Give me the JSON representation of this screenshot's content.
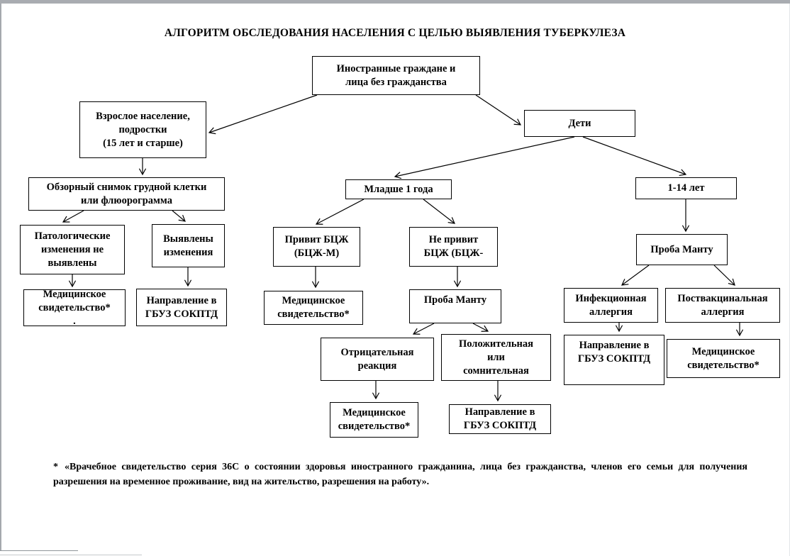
{
  "page": {
    "title": "АЛГОРИТМ ОБСЛЕДОВАНИЯ НАСЕЛЕНИЯ С ЦЕЛЬЮ ВЫЯВЛЕНИЯ ТУБЕРКУЛЕЗА"
  },
  "nodes": {
    "foreign": "Иностранные граждане и\nлица без гражданства",
    "adults": "Взрослое население,\nподростки\n(15 лет и старше)",
    "children": "Дети",
    "xray": "Обзорный снимок грудной клетки\nили флюорограмма",
    "under1": "Младше 1 года",
    "age1to14": "1-14 лет",
    "no_pathology": "Патологические\nизменения не\nвыявлены",
    "changes_found": "Выявлены\nизменения",
    "bcg_vaccinated": "Привит БЦЖ\n(БЦЖ-М)",
    "bcg_not_vaccinated": "Не привит\nБЦЖ (БЦЖ-",
    "mantoux_right": "Проба Манту",
    "med_cert_left": "Медицинское\nсвидетельство*\n.",
    "referral_left": "Направление в\nГБУЗ СОКПТД",
    "med_cert_mid": "Медицинское\nсвидетельство*",
    "mantoux_mid": "Проба Манту",
    "infectious_allergy": "Инфекционная\nаллергия",
    "postvaccinal_allergy": "Поствакцинальная\nаллергия",
    "negative_reaction": "Отрицательная\nреакция",
    "positive_doubtful": "Положительная\nили\nсомнительная",
    "referral_right": "Направление в\nГБУЗ СОКПТД",
    "med_cert_right": "Медицинское\nсвидетельство*",
    "med_cert_bottom": "Медицинское\nсвидетельство*",
    "referral_bottom": "Направление в\nГБУЗ СОКПТД"
  },
  "edges": [
    {
      "from": "foreign",
      "to": "adults"
    },
    {
      "from": "foreign",
      "to": "children"
    },
    {
      "from": "adults",
      "to": "xray"
    },
    {
      "from": "xray",
      "to": "no_pathology"
    },
    {
      "from": "xray",
      "to": "changes_found"
    },
    {
      "from": "no_pathology",
      "to": "med_cert_left"
    },
    {
      "from": "changes_found",
      "to": "referral_left"
    },
    {
      "from": "children",
      "to": "under1"
    },
    {
      "from": "children",
      "to": "age1to14"
    },
    {
      "from": "under1",
      "to": "bcg_vaccinated"
    },
    {
      "from": "under1",
      "to": "bcg_not_vaccinated"
    },
    {
      "from": "bcg_vaccinated",
      "to": "med_cert_mid"
    },
    {
      "from": "bcg_not_vaccinated",
      "to": "mantoux_mid"
    },
    {
      "from": "mantoux_mid",
      "to": "negative_reaction"
    },
    {
      "from": "mantoux_mid",
      "to": "positive_doubtful"
    },
    {
      "from": "negative_reaction",
      "to": "med_cert_bottom"
    },
    {
      "from": "positive_doubtful",
      "to": "referral_bottom"
    },
    {
      "from": "age1to14",
      "to": "mantoux_right"
    },
    {
      "from": "mantoux_right",
      "to": "infectious_allergy"
    },
    {
      "from": "mantoux_right",
      "to": "postvaccinal_allergy"
    },
    {
      "from": "infectious_allergy",
      "to": "referral_right"
    },
    {
      "from": "postvaccinal_allergy",
      "to": "med_cert_right"
    }
  ],
  "footnote": {
    "marker": "*",
    "text": "«Врачебное свидетельство серия 36С о состоянии здоровья иностранного гражданина, лица без гражданства, членов его семьи для получения разрешения на временное проживание, вид на жительство, разрешения на работу»."
  }
}
